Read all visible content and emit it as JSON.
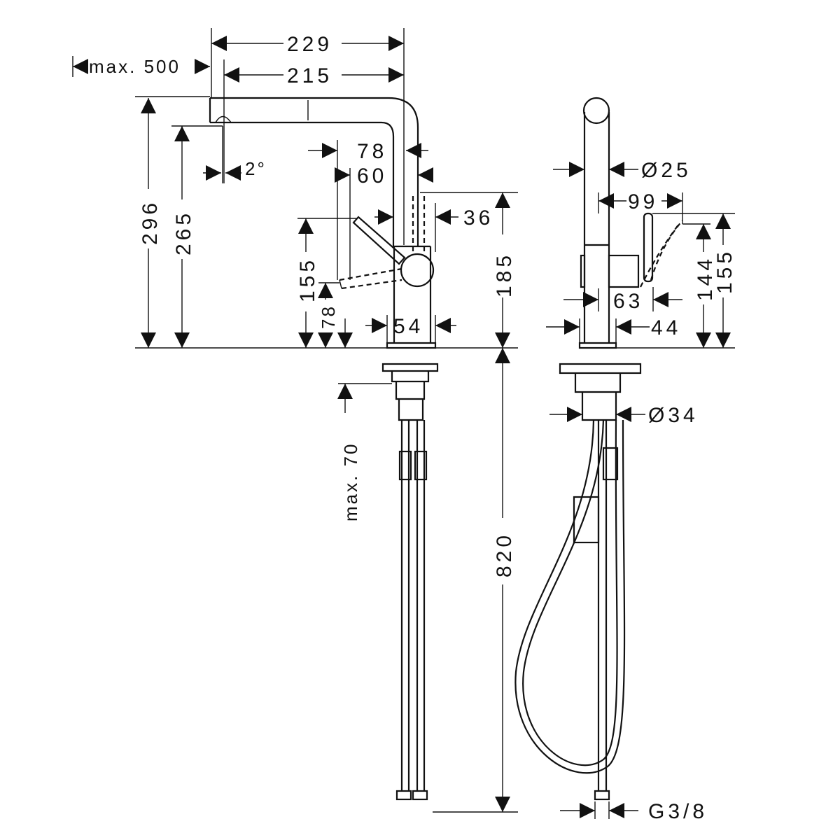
{
  "front_view": {
    "width_total": "229",
    "reach_max": "max. 500",
    "spout_reach": "215",
    "spout_angle": "2°",
    "lever_offset_78": "78",
    "lever_offset_60": "60",
    "body_36": "36",
    "height_total": "296",
    "spout_height": "265",
    "lever_height": "155",
    "lever_low": "78",
    "body_height": "185",
    "base_diameter": "54",
    "hose_length": "820",
    "counter_thickness": "max. 70"
  },
  "side_view": {
    "pipe_diameter": "Ø25",
    "lever_reach": "99",
    "lever_height_144": "144",
    "lever_height_155": "155",
    "lever_63": "63",
    "base_44": "44",
    "shank_diameter": "Ø34",
    "connection": "G3/8"
  }
}
